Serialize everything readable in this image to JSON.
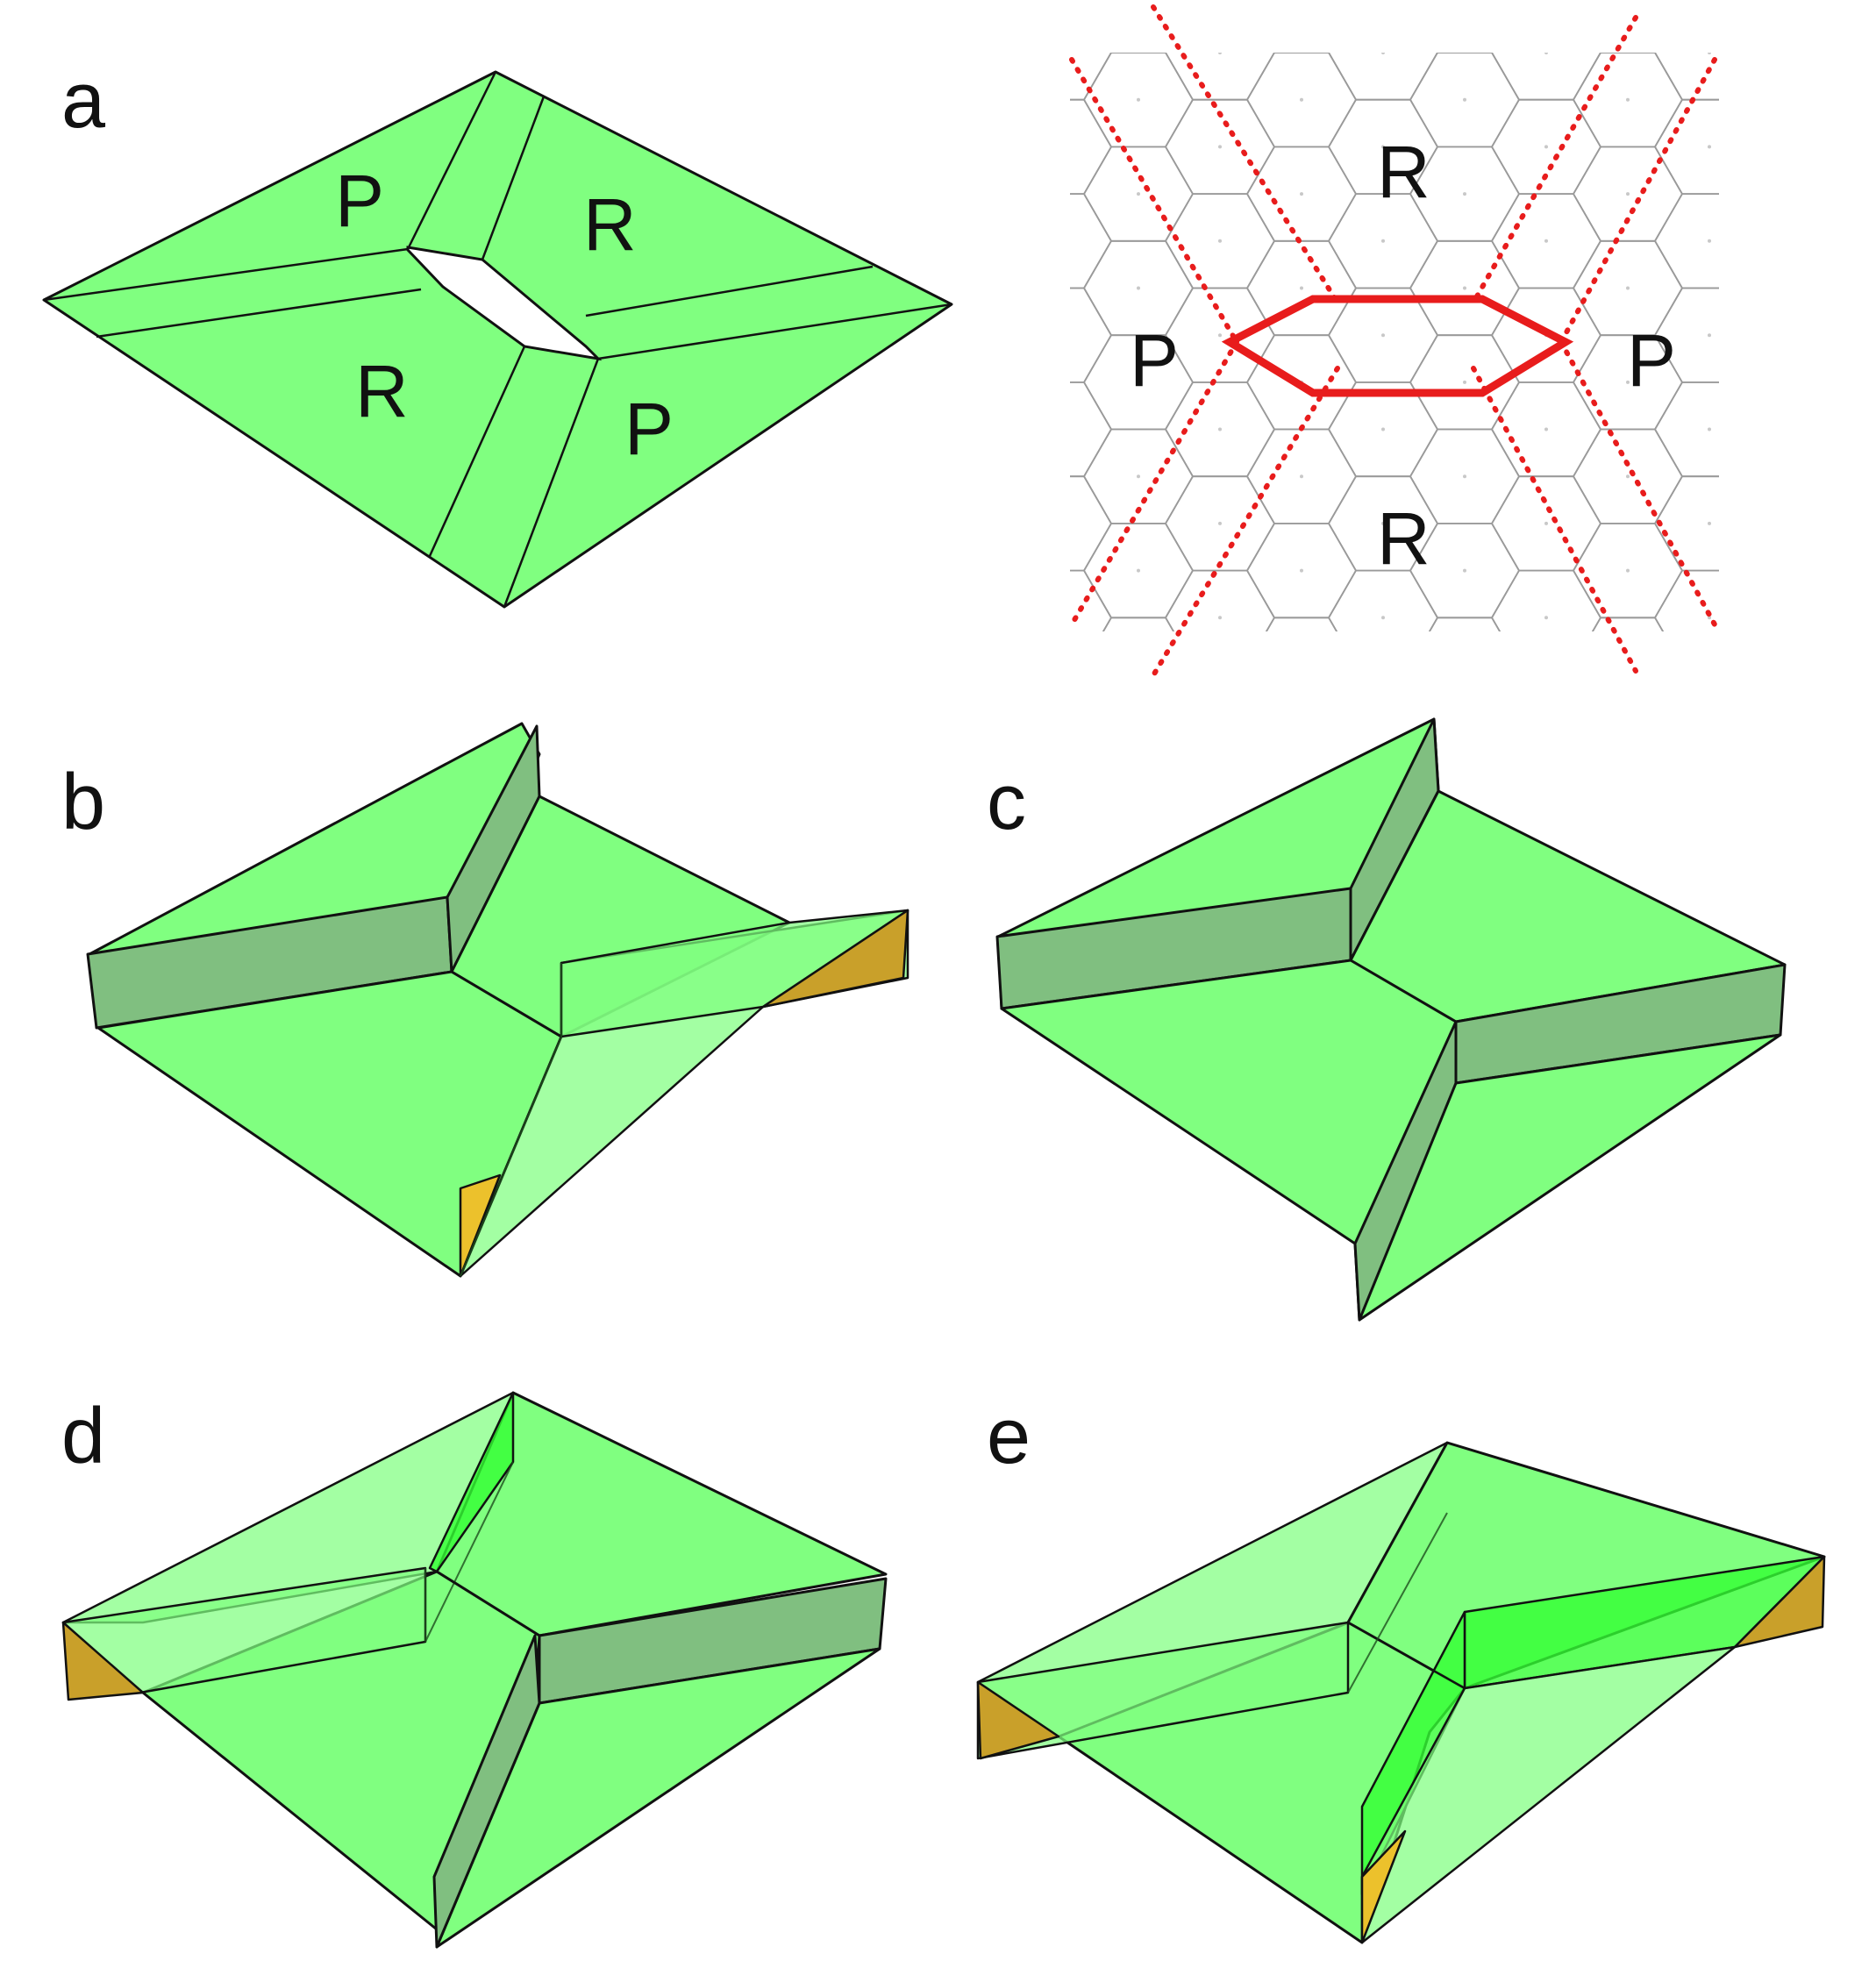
{
  "panels": {
    "a": {
      "letter": "a",
      "labels": [
        "P",
        "R",
        "R",
        "P"
      ]
    },
    "a_lattice": {
      "labels": [
        "R",
        "P",
        "P",
        "R"
      ]
    },
    "b": {
      "letter": "b"
    },
    "c": {
      "letter": "c"
    },
    "d": {
      "letter": "d"
    },
    "e": {
      "letter": "e"
    }
  },
  "colors": {
    "face": "#80ff80",
    "wall": "#80bf80",
    "wall_highlight": "#33ff33",
    "triangle_dark": "#c9a02a",
    "triangle_light": "#ecc12c",
    "boundary": "#e81c1c",
    "lattice": "#9a9a9a"
  }
}
